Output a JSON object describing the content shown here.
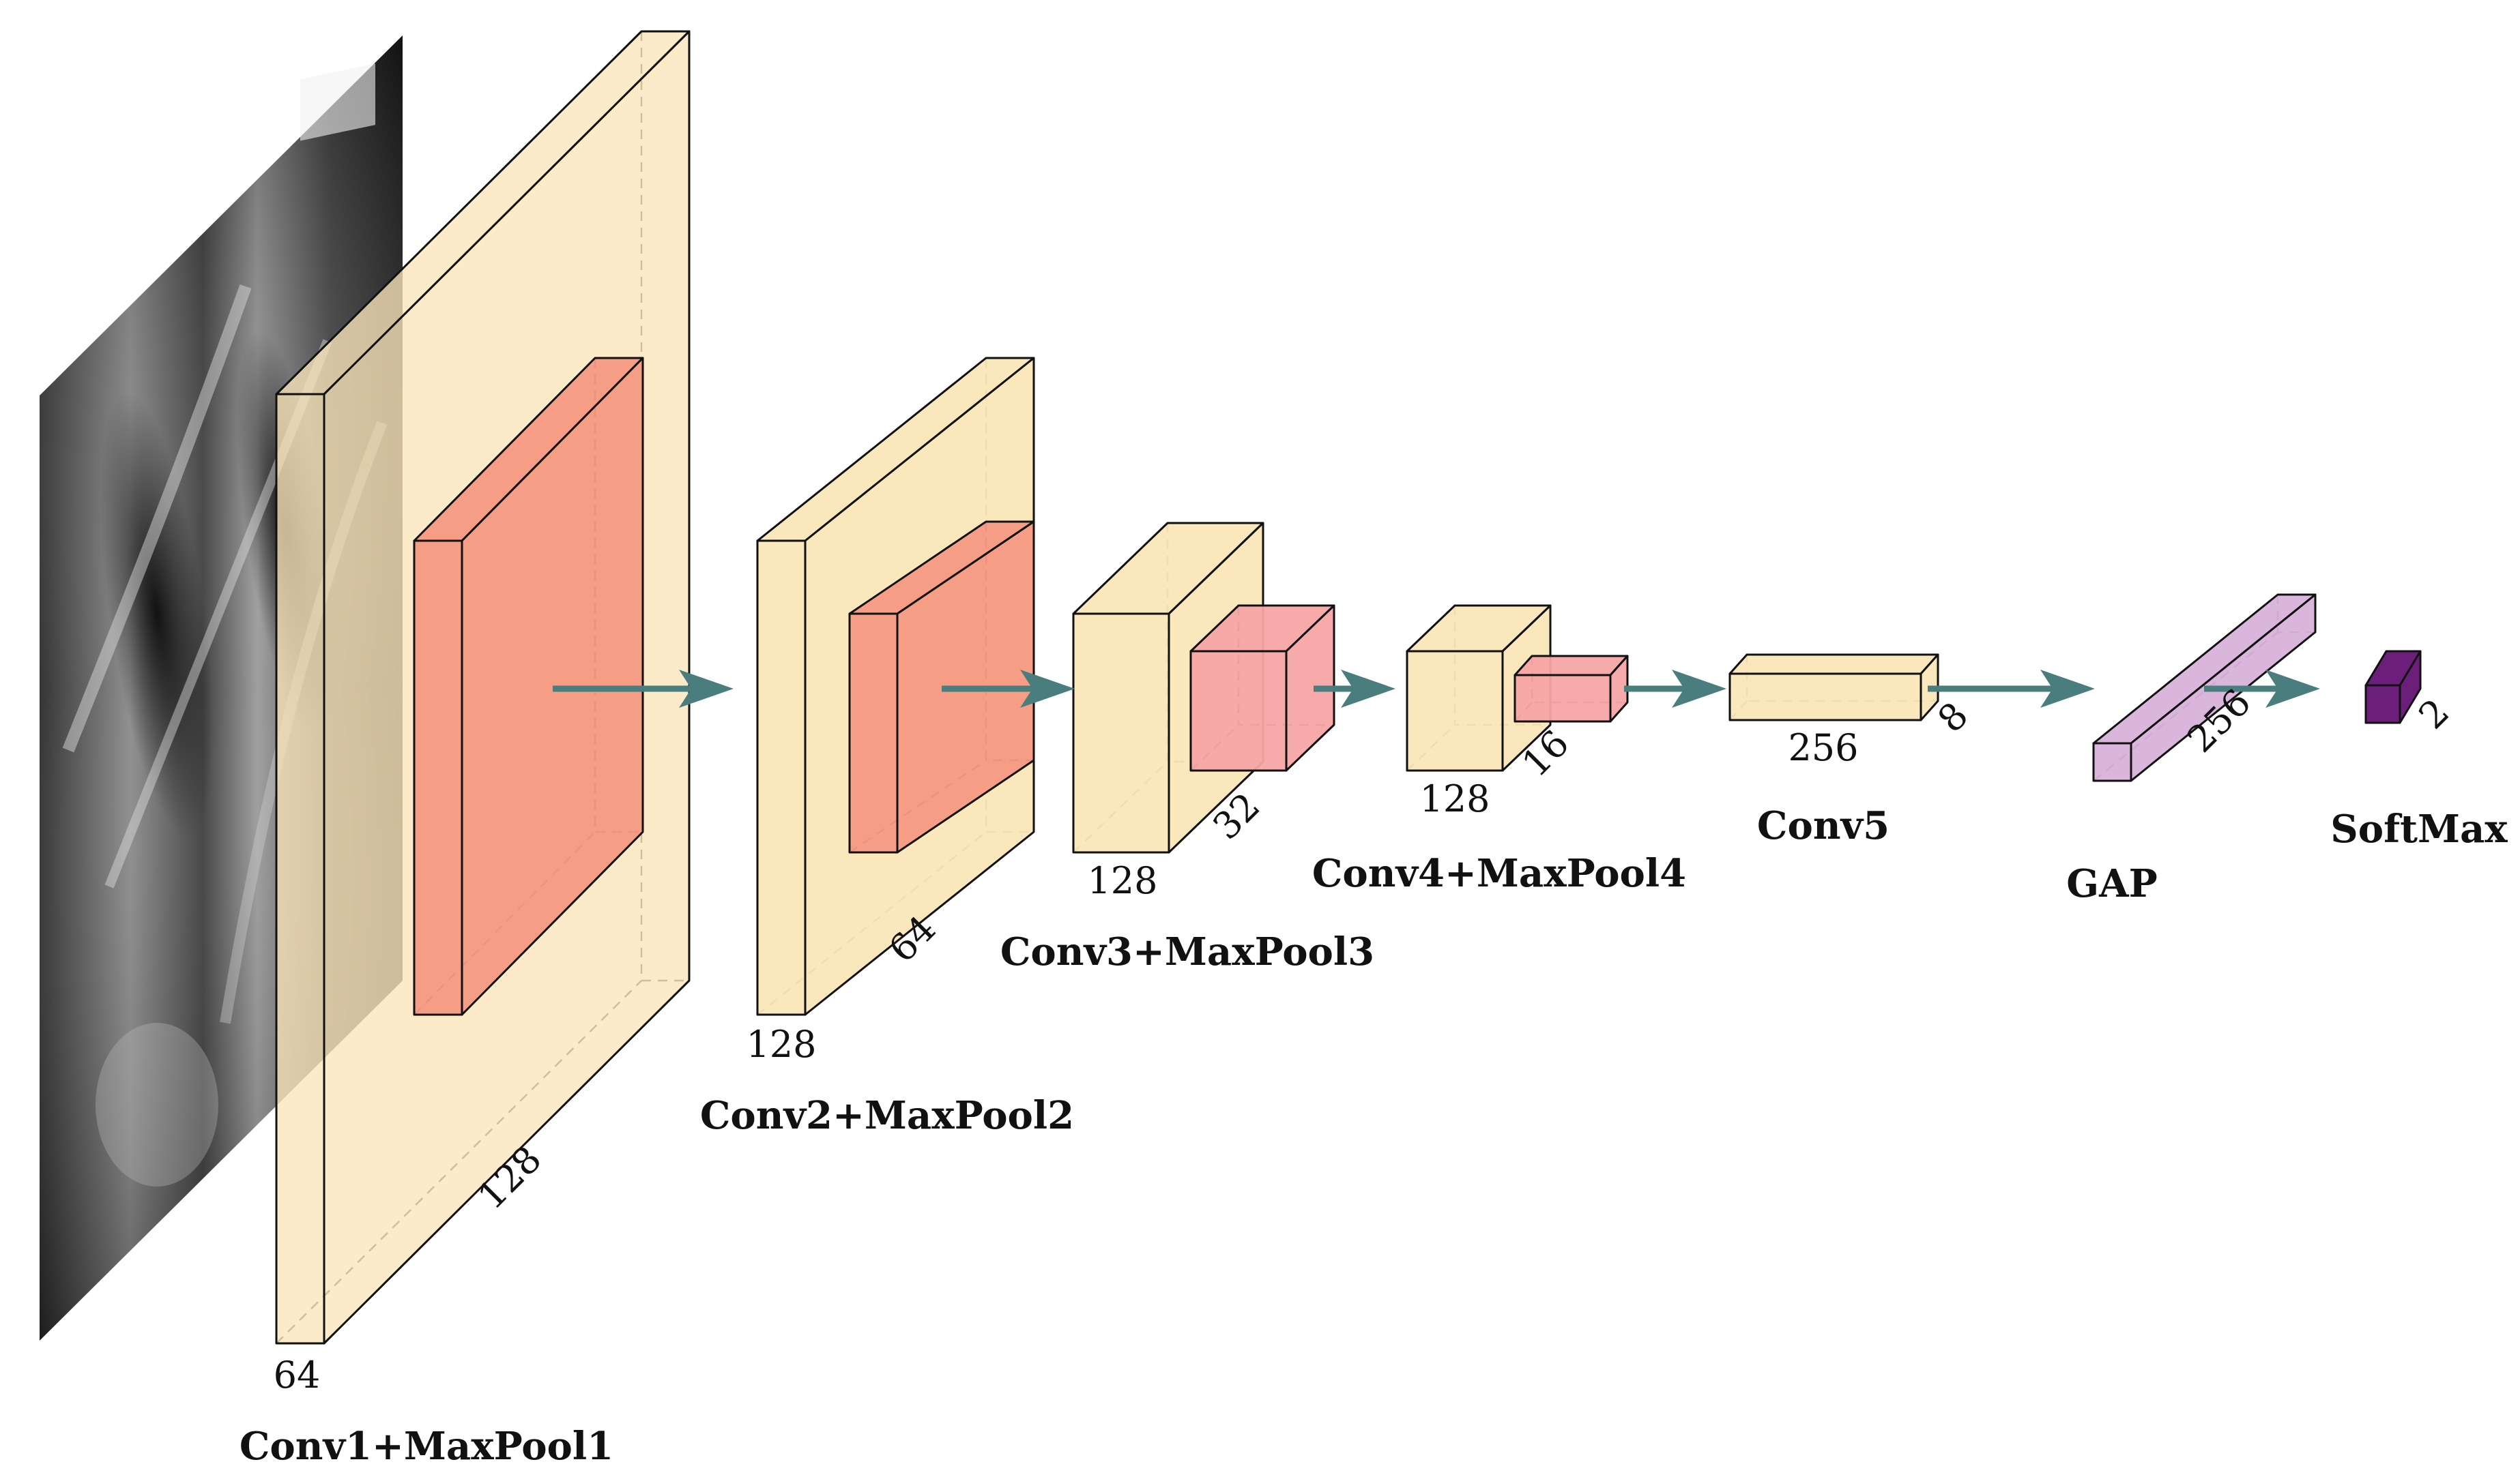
{
  "colors": {
    "conv": "#fbe6b8",
    "pool": "#f59a82",
    "pool_light": "#f7a5a5",
    "gap": "#d8b2db",
    "softmax": "#6b1f7a",
    "arrow": "#4a7d7d",
    "edge": "#111111"
  },
  "input": {
    "icon": "chest-xray-image",
    "caption": ""
  },
  "layers": [
    {
      "id": "conv1",
      "label": "Conv1+MaxPool1",
      "dims": [
        "64",
        "128"
      ]
    },
    {
      "id": "conv2",
      "label": "Conv2+MaxPool2",
      "dims": [
        "128",
        "64"
      ]
    },
    {
      "id": "conv3",
      "label": "Conv3+MaxPool3",
      "dims": [
        "128",
        "32"
      ]
    },
    {
      "id": "conv4",
      "label": "Conv4+MaxPool4",
      "dims": [
        "128",
        "16"
      ]
    },
    {
      "id": "conv5",
      "label": "Conv5",
      "dims": [
        "256",
        "8"
      ]
    },
    {
      "id": "gap",
      "label": "GAP",
      "dims": [
        "256"
      ]
    },
    {
      "id": "softmax",
      "label": "SoftMax",
      "dims": [
        "2"
      ]
    }
  ]
}
